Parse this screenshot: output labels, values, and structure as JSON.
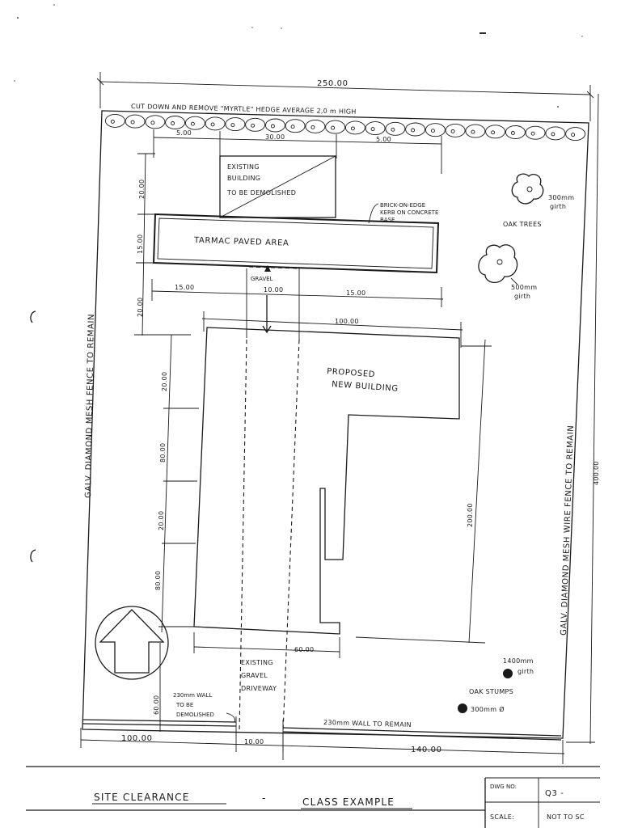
{
  "title_block": {
    "title": "SITE CLEARANCE",
    "dash": "-",
    "subtitle": "CLASS EXAMPLE",
    "drawing_no_label": "DWG NO:",
    "drawing_no": "Q3 -",
    "scale_label": "SCALE:",
    "scale_value": "NOT TO SC"
  },
  "annotations": {
    "hedge_note": "CUT DOWN AND REMOVE \"MYRTLE\" HEDGE AVERAGE 2,0 m HIGH",
    "existing_building": [
      "EXISTING",
      "BUILDING",
      "TO BE DEMOLISHED"
    ],
    "brick_kerb": [
      "BRICK-ON-EDGE",
      "KERB ON CONCRETE",
      "BASE"
    ],
    "tarmac": "TARMAC PAVED AREA",
    "gravel": "GRAVEL",
    "proposed_building": [
      "PROPOSED",
      "NEW BUILDING"
    ],
    "tree1_girth": [
      "300mm",
      "girth"
    ],
    "oak_trees": "OAK TREES",
    "tree2_girth": [
      "500mm",
      "girth"
    ],
    "left_fence": "GALV. DIAMOND MESH FENCE TO REMAIN",
    "right_fence": "GALV. DIAMOND MESH WIRE FENCE TO REMAIN",
    "stump1_girth": [
      "1400mm",
      "girth"
    ],
    "oak_stumps": "OAK STUMPS",
    "stump2_dia": "300mm Ø",
    "existing_driveway": [
      "EXISTING",
      "GRAVEL",
      "DRIVEWAY"
    ],
    "wall_demolish": [
      "230mm WALL",
      "TO BE",
      "DEMOLISHED"
    ],
    "wall_remain": "230mm WALL TO REMAIN"
  },
  "dimensions": {
    "top_overall": "250.00",
    "hedge_left": "5.00",
    "hedge_mid": "30.00",
    "hedge_right": "5.00",
    "left_top": "20.00",
    "left_tarmac": "15.00",
    "left_gap": "20.00",
    "tarmac_left": "15.00",
    "tarmac_mid": "10.00",
    "tarmac_right": "15.00",
    "building_width": "100.00",
    "left_seg1": "20.00",
    "left_seg2": "80.00",
    "left_seg3": "20.00",
    "left_seg4": "80.00",
    "building_height": "200.00",
    "right_overall": "400.00",
    "bottom_60": "60.00",
    "left_bottom": "60.00",
    "bottom_left": "100.00",
    "bottom_mid": "10.00",
    "bottom_right": "140.00"
  }
}
